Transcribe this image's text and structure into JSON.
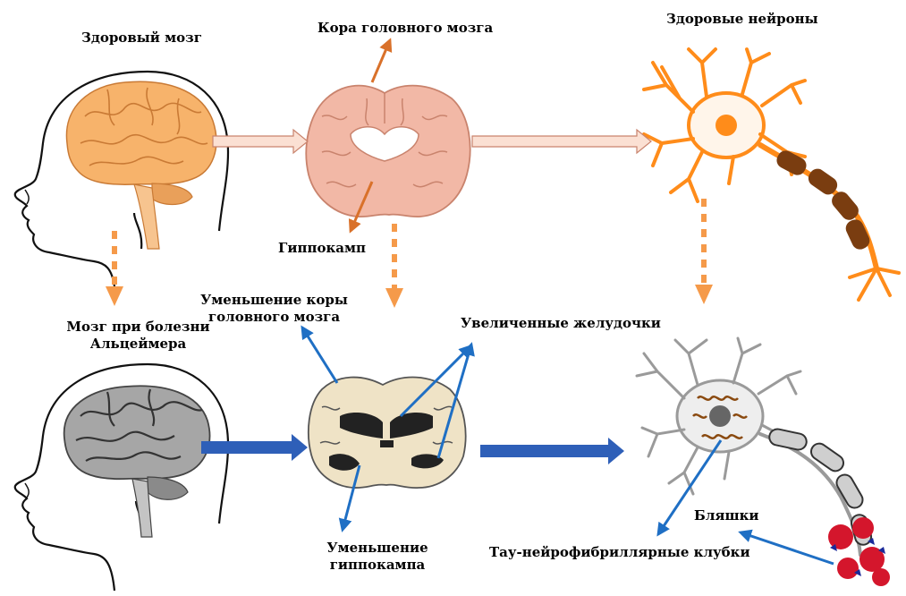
{
  "labels": {
    "healthy_brain": "Здоровый мозг",
    "cortex": "Кора головного мозга",
    "healthy_neurons": "Здоровые нейроны",
    "hippocampus": "Гиппокамп",
    "cortex_shrinkage": "Уменьшение коры головного мозга",
    "cortex_shrinkage_line1": "Уменьшение коры",
    "cortex_shrinkage_line2": "головного мозга",
    "ad_brain_line1": "Мозг при болезни",
    "ad_brain_line2": "Альцеймера",
    "enlarged_ventricles": "Увеличенные желудочки",
    "hippocampus_shrinkage_line1": "Уменьшение",
    "hippocampus_shrinkage_line2": "гиппокампа",
    "plaques": "Бляшки",
    "tau_tangles": "Тау-нейрофибриллярные клубки"
  },
  "colors": {
    "healthy_fill": "#f7b36b",
    "healthy_stroke": "#e08a3c",
    "cortex_fill": "#f2b8a6",
    "neuron_orange": "#ff8c1a",
    "myelin_brown": "#7a3d10",
    "diseased_fill": "#9a9a9a",
    "diseased_section": "#efe3c6",
    "dark_tissue": "#222222",
    "blue_arrow": "#1f6fc4",
    "orange_dash": "#f59a4a",
    "tangle_red": "#d4162c"
  }
}
